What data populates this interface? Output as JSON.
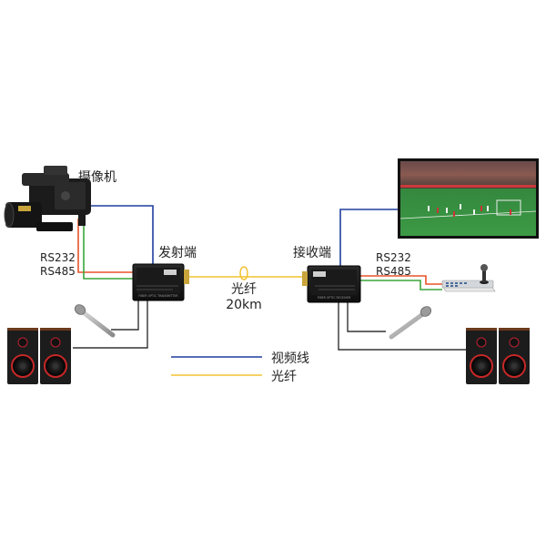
{
  "labels": {
    "camera": "摄像机",
    "transmitter": "发射端",
    "receiver": "接收端",
    "fiber": "光纤",
    "distance": "20km",
    "rs232_left": "RS232",
    "rs485_left": "RS485",
    "rs232_right": "RS232",
    "rs485_right": "RS485"
  },
  "legend": [
    {
      "label": "视频线",
      "color": "#1f3f9e"
    },
    {
      "label": "光纤",
      "color": "#f2c230"
    }
  ],
  "colors": {
    "video": "#1f3f9e",
    "fiber": "#f2c230",
    "rs232": "#e8542a",
    "rs485": "#3aa63a",
    "audio": "#333333"
  },
  "devices": {
    "transmitter_face_text": "FIBER OPTIC TRANSMITTER",
    "receiver_face_text": "FIBER OPTIC RECEIVER"
  }
}
